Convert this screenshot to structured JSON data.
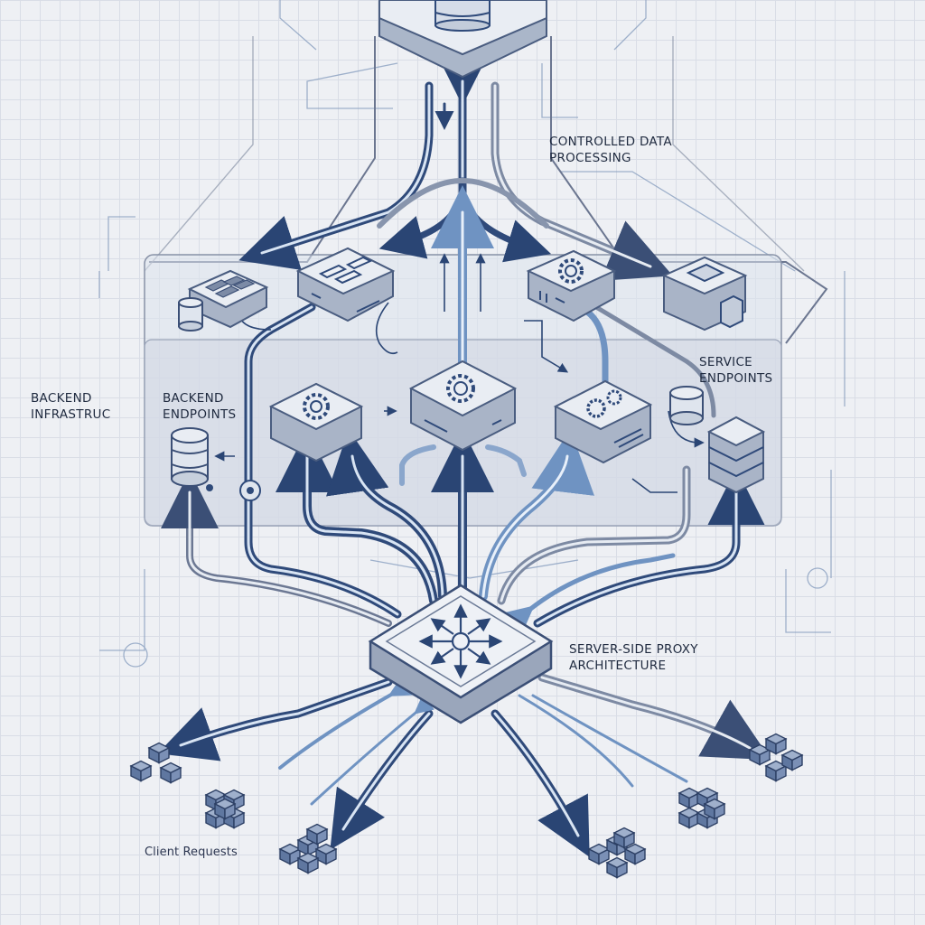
{
  "labels": {
    "controlled_data_processing": [
      "CONTROLLED DATA",
      "PROCESSING"
    ],
    "backend_infrastruc": [
      "BACKEND",
      "INFRASTRUC"
    ],
    "backend_endpoints": [
      "BACKEND",
      "ENDPOINTS"
    ],
    "service_endpoints": [
      "SERVICE",
      "ENDPOINTS"
    ],
    "server_side_proxy": [
      "SERVER-SIDE PROXY",
      "ARCHITECTURE"
    ],
    "client_requests": "Client Requests"
  },
  "icons": {
    "top_node": "database-icon",
    "proxy": "proxy-arrows-icon",
    "services": [
      "grid-icon",
      "switch-icon",
      "gear-icon",
      "gear-icon",
      "gear-icon",
      "gears-icon",
      "storage-box-icon",
      "database-icon",
      "server-rack-icon"
    ],
    "clients": "cubes-cluster-icon"
  },
  "colors": {
    "background": "#eef0f4",
    "grid": "#d9dde6",
    "line_dark": "#2f4a7a",
    "line_light": "#7fa3cf",
    "node_face": "#e9edf3",
    "node_stroke": "#4a5d80",
    "cube": "#6f86ad",
    "text": "#1f2a3f"
  }
}
